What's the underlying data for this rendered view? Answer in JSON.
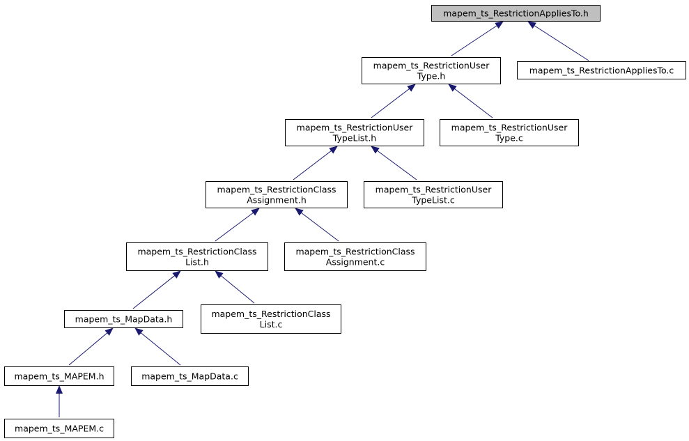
{
  "colors": {
    "edge": "#191970",
    "highlight_fill": "#bfbfbf",
    "node_fill": "#ffffff",
    "node_border": "#000000"
  },
  "diagram": {
    "nodes": [
      {
        "id": "restriction-applies-to-h",
        "lines": [
          "mapem_ts_RestrictionAppliesTo.h"
        ],
        "highlighted": true
      },
      {
        "id": "restriction-user-type-h",
        "lines": [
          "mapem_ts_RestrictionUser",
          "Type.h"
        ]
      },
      {
        "id": "restriction-applies-to-c",
        "lines": [
          "mapem_ts_RestrictionAppliesTo.c"
        ]
      },
      {
        "id": "restriction-user-type-list-h",
        "lines": [
          "mapem_ts_RestrictionUser",
          "TypeList.h"
        ]
      },
      {
        "id": "restriction-user-type-c",
        "lines": [
          "mapem_ts_RestrictionUser",
          "Type.c"
        ]
      },
      {
        "id": "restriction-class-assignment-h",
        "lines": [
          "mapem_ts_RestrictionClass",
          "Assignment.h"
        ]
      },
      {
        "id": "restriction-user-type-list-c",
        "lines": [
          "mapem_ts_RestrictionUser",
          "TypeList.c"
        ]
      },
      {
        "id": "restriction-class-list-h",
        "lines": [
          "mapem_ts_RestrictionClass",
          "List.h"
        ]
      },
      {
        "id": "restriction-class-assignment-c",
        "lines": [
          "mapem_ts_RestrictionClass",
          "Assignment.c"
        ]
      },
      {
        "id": "map-data-h",
        "lines": [
          "mapem_ts_MapData.h"
        ]
      },
      {
        "id": "restriction-class-list-c",
        "lines": [
          "mapem_ts_RestrictionClass",
          "List.c"
        ]
      },
      {
        "id": "mapem-h",
        "lines": [
          "mapem_ts_MAPEM.h"
        ]
      },
      {
        "id": "map-data-c",
        "lines": [
          "mapem_ts_MapData.c"
        ]
      },
      {
        "id": "mapem-c",
        "lines": [
          "mapem_ts_MAPEM.c"
        ]
      }
    ],
    "edges": [
      {
        "from": "restriction-user-type-h",
        "to": "restriction-applies-to-h"
      },
      {
        "from": "restriction-applies-to-c",
        "to": "restriction-applies-to-h"
      },
      {
        "from": "restriction-user-type-list-h",
        "to": "restriction-user-type-h"
      },
      {
        "from": "restriction-user-type-c",
        "to": "restriction-user-type-h"
      },
      {
        "from": "restriction-class-assignment-h",
        "to": "restriction-user-type-list-h"
      },
      {
        "from": "restriction-user-type-list-c",
        "to": "restriction-user-type-list-h"
      },
      {
        "from": "restriction-class-list-h",
        "to": "restriction-class-assignment-h"
      },
      {
        "from": "restriction-class-assignment-c",
        "to": "restriction-class-assignment-h"
      },
      {
        "from": "map-data-h",
        "to": "restriction-class-list-h"
      },
      {
        "from": "restriction-class-list-c",
        "to": "restriction-class-list-h"
      },
      {
        "from": "mapem-h",
        "to": "map-data-h"
      },
      {
        "from": "map-data-c",
        "to": "map-data-h"
      },
      {
        "from": "mapem-c",
        "to": "mapem-h"
      }
    ]
  }
}
